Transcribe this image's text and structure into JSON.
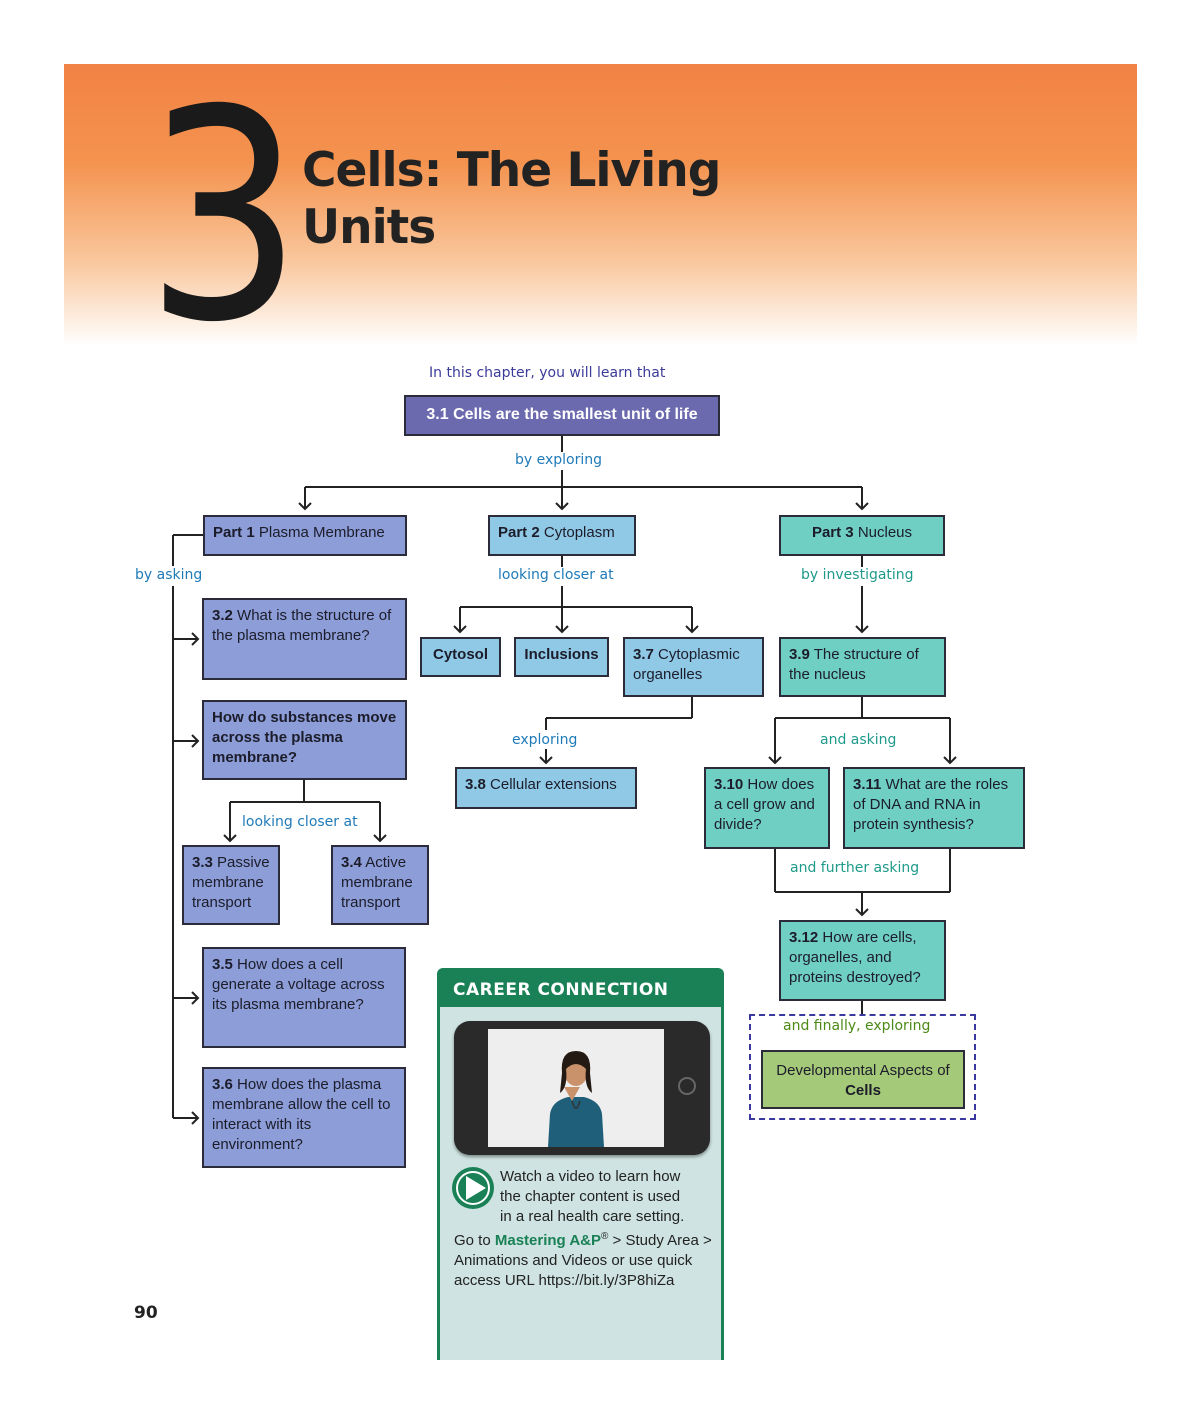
{
  "chapter": {
    "number": "3",
    "title_line1": "Cells: The Living",
    "title_line2": "Units"
  },
  "intro": "In this chapter, you will learn that",
  "main_box": "3.1 Cells are the smallest unit of life",
  "connectors": {
    "by_exploring": "by exploring",
    "by_asking": "by asking",
    "looking_closer_at": "looking closer at",
    "by_investigating": "by investigating",
    "exploring": "exploring",
    "looking_closer_at_2": "looking closer at",
    "and_asking": "and asking",
    "and_further_asking": "and further asking",
    "and_finally_exploring": "and finally, exploring"
  },
  "part1": {
    "num": "Part 1",
    "label": "Plasma Membrane"
  },
  "part2": {
    "num": "Part 2",
    "label": "Cytoplasm"
  },
  "part3": {
    "num": "Part 3",
    "label": "Nucleus"
  },
  "boxes": {
    "b32": {
      "num": "3.2",
      "text": "What is the structure of the plasma membrane?"
    },
    "how": {
      "text": "How do substances move across the plasma membrane?"
    },
    "b33": {
      "num": "3.3",
      "text": "Passive membrane transport"
    },
    "b34": {
      "num": "3.4",
      "text": "Active membrane transport"
    },
    "b35": {
      "num": "3.5",
      "text": "How does a cell generate a voltage across its plasma membrane?"
    },
    "b36": {
      "num": "3.6",
      "text": "How does the plasma membrane allow the cell to interact with its environment?"
    },
    "cytosol": {
      "text": "Cytosol"
    },
    "inclusions": {
      "text": "Inclusions"
    },
    "b37": {
      "num": "3.7",
      "text": "Cytoplasmic organelles"
    },
    "b38": {
      "num": "3.8",
      "text": "Cellular extensions"
    },
    "b39": {
      "num": "3.9",
      "text": "The structure of the nucleus"
    },
    "b310": {
      "num": "3.10",
      "text": "How does a cell grow and divide?"
    },
    "b311": {
      "num": "3.11",
      "text": "What are the roles of DNA and RNA in protein synthesis?"
    },
    "b312": {
      "num": "3.12",
      "text": "How are cells, organelles, and proteins destroyed?"
    },
    "dev": {
      "text": "Developmental Aspects of",
      "bold": "Cells"
    }
  },
  "career": {
    "heading": "CAREER CONNECTION",
    "line1": "Watch a video to learn how",
    "line2": "the chapter content is used",
    "line3": "in a real health care setting.",
    "go_to": "Go to",
    "brand": "Mastering A&P",
    "reg": "®",
    "rest": "> Study Area > Animations and Videos or use quick access URL https://bit.ly/3P8hiZa"
  },
  "page_number": "90",
  "colors": {
    "banner": "#f28245",
    "main_box": "#6c6aaf",
    "part1_box": "#8c9dd7",
    "part2_box": "#8fc9e6",
    "part3_box": "#6fcfc3",
    "dev_box": "#a4c978",
    "career_green": "#1a8056",
    "career_bg": "#cfe4e2"
  }
}
